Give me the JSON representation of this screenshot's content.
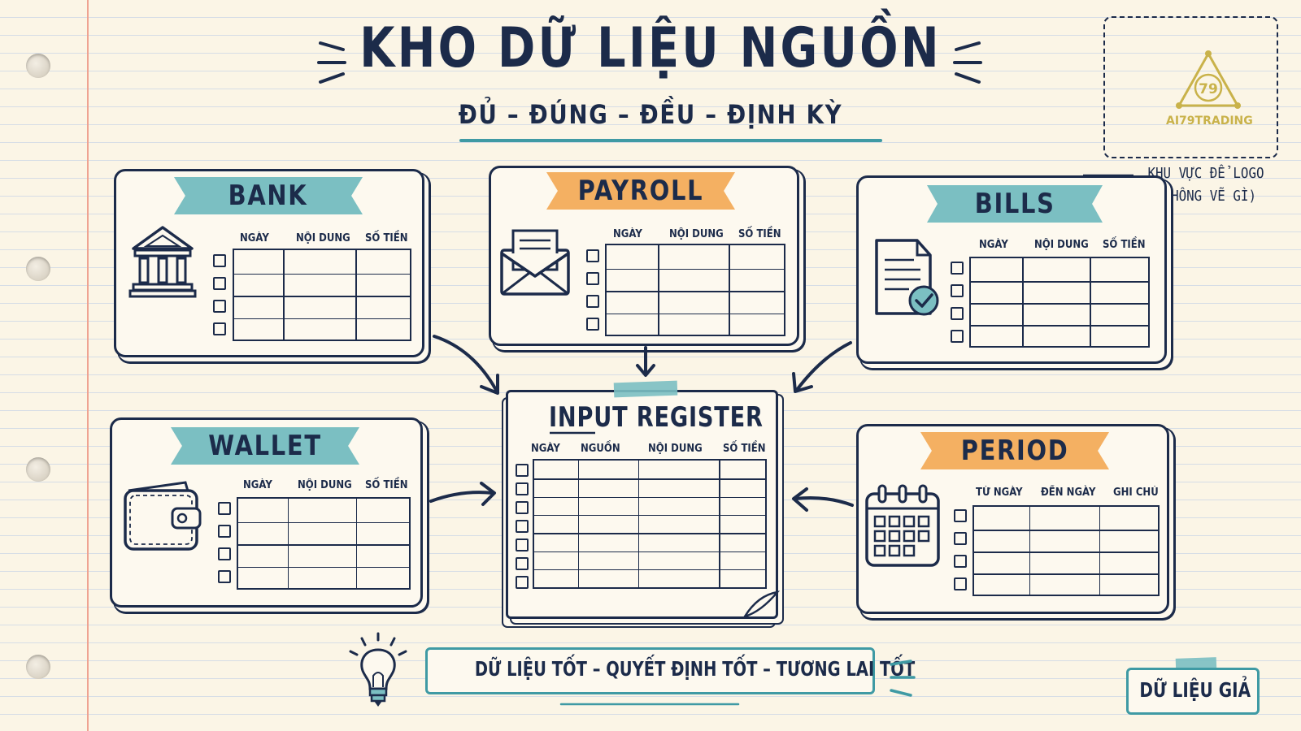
{
  "title": "KHO DỮ LIỆU NGUỒN",
  "subtitle": "ĐỦ – ĐÚNG – ĐỀU – ĐỊNH KỲ",
  "logo_area": {
    "logo_text": "AI79TRADING",
    "logo_number": "79",
    "note_line1": "KHU VỰC ĐỂ LOGO",
    "note_line2": "(KHÔNG VẼ GÌ)"
  },
  "cards": {
    "bank": {
      "label": "BANK",
      "icon": "bank-icon",
      "banner_color": "#7bbfc2",
      "columns": [
        "NGÀY",
        "NỘI DUNG",
        "SỐ TIỀN"
      ]
    },
    "payroll": {
      "label": "PAYROLL",
      "icon": "envelope-icon",
      "banner_color": "#f4b062",
      "columns": [
        "NGÀY",
        "NỘI DUNG",
        "SỐ TIỀN"
      ]
    },
    "bills": {
      "label": "BILLS",
      "icon": "document-check-icon",
      "banner_color": "#7bbfc2",
      "columns": [
        "NGÀY",
        "NỘI DUNG",
        "SỐ TIỀN"
      ]
    },
    "wallet": {
      "label": "WALLET",
      "icon": "wallet-icon",
      "banner_color": "#7bbfc2",
      "columns": [
        "NGÀY",
        "NỘI DUNG",
        "SỐ TIỀN"
      ]
    },
    "period": {
      "label": "PERIOD",
      "icon": "calendar-icon",
      "banner_color": "#f4b062",
      "columns": [
        "TỪ NGÀY",
        "ĐẾN NGÀY",
        "GHI CHÚ"
      ]
    }
  },
  "input_register": {
    "title": "INPUT REGISTER",
    "columns": [
      "NGÀY",
      "NGUỒN",
      "NỘI DUNG",
      "SỐ TIỀN"
    ]
  },
  "slogan": "DỮ LIỆU TỐT – QUYẾT ĐỊNH TỐT – TƯƠNG LAI TỐT",
  "fake_data_label": "DỮ LIỆU GIẢ",
  "colors": {
    "ink": "#1c2b4a",
    "teal": "#7bbfc2",
    "orange": "#f4b062",
    "accent_line": "#3f9aa4",
    "paper": "#fbf5e6",
    "logo_gold": "#c9b24a"
  }
}
